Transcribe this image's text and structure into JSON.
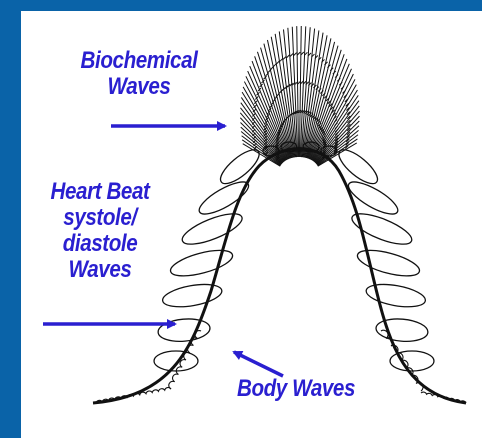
{
  "labels": {
    "biochemical": [
      "Biochemical",
      "Waves"
    ],
    "heartbeat": [
      "Heart Beat",
      "systole/",
      "diastole",
      "Waves"
    ],
    "body": "Body Waves"
  },
  "colors": {
    "frame": "#0a63a8",
    "background": "#ffffff",
    "label": "#2a1fd0",
    "drawing": "#111111"
  }
}
